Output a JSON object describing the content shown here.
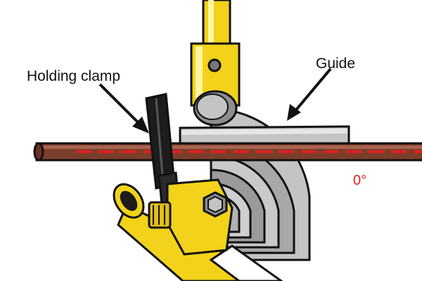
{
  "labels": {
    "holding_clamp": "Holding clamp",
    "guide": "Guide",
    "angle": "0°"
  },
  "colors": {
    "background": "#ffffff",
    "tool_yellow": "#f2d21a",
    "tool_yellow_dark": "#c9a400",
    "steel": "#c4c4c4",
    "steel_dark": "#8e8e8e",
    "pipe_copper": "#7a3f2b",
    "reference_line": "#e02020",
    "angle_text": "#e02020",
    "clamp_black": "#1c1c1c",
    "outline": "#111111"
  }
}
